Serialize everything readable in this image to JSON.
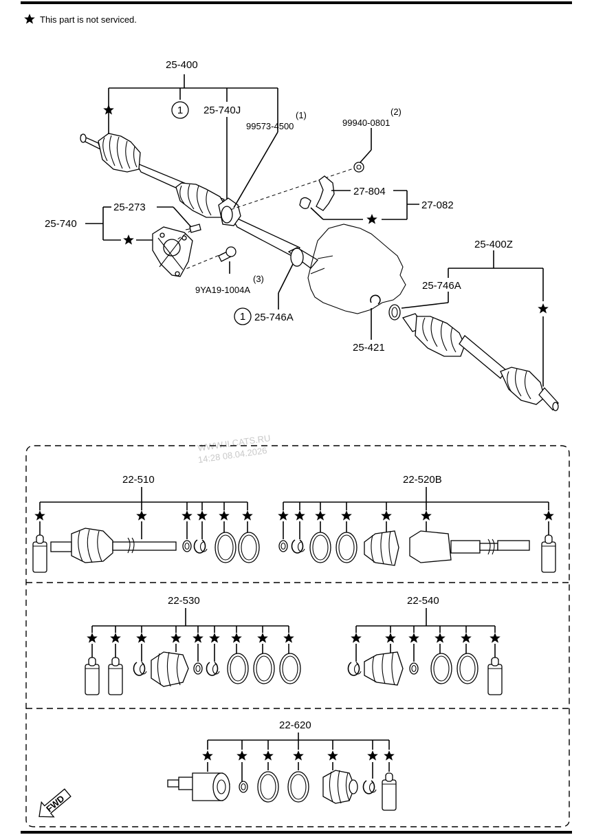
{
  "legend": {
    "symbol": "★",
    "text": "This part is not serviced."
  },
  "watermark": {
    "line1": "WWW.ILCATS.RU",
    "line2": "14:28 08.04.2026"
  },
  "labels": {
    "p25_400": "25-400",
    "p25_740J": "25-740J",
    "p99573_4500": "99573-4500",
    "p99573_qty": "(1)",
    "p99940_0801": "99940-0801",
    "p99940_qty": "(2)",
    "p27_804": "27-804",
    "p27_082": "27-082",
    "p25_273": "25-273",
    "p25_740": "25-740",
    "p9YA19_1004A": "9YA19-1004A",
    "p9YA19_qty": "(3)",
    "p25_746A_left": "25-746A",
    "p25_746A_right": "25-746A",
    "p25_421": "25-421",
    "p25_400Z": "25-400Z",
    "callout_1a": "1",
    "callout_1b": "1",
    "kit_22_510": "22-510",
    "kit_22_520B": "22-520B",
    "kit_22_530": "22-530",
    "kit_22_540": "22-540",
    "kit_22_620": "22-620",
    "fwd": "FWD"
  }
}
